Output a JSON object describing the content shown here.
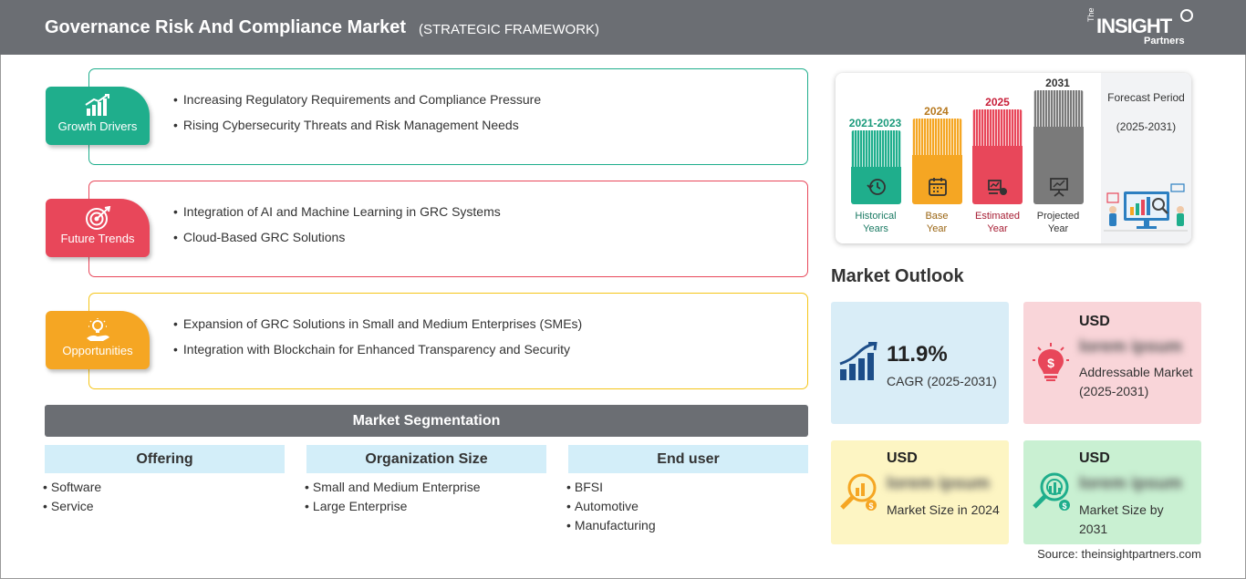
{
  "header": {
    "title": "Governance Risk And Compliance Market",
    "subtitle": "(STRATEGIC FRAMEWORK)",
    "logo": {
      "the": "The",
      "insight": "INSIGHT",
      "partners": "Partners"
    }
  },
  "framework": [
    {
      "label": "Growth Drivers",
      "icon": "bar-chart-growth-icon",
      "color": "#1fae8c",
      "points": [
        "Increasing Regulatory Requirements and Compliance Pressure",
        "Rising Cybersecurity Threats and Risk Management Needs"
      ]
    },
    {
      "label": "Future Trends",
      "icon": "target-icon",
      "color": "#e8475a",
      "points": [
        "Integration of AI and Machine Learning in GRC Systems",
        "Cloud-Based GRC Solutions"
      ]
    },
    {
      "label": "Opportunities",
      "icon": "lightbulb-hand-icon",
      "color": "#f5a623",
      "points": [
        "Expansion of GRC Solutions in Small and Medium Enterprises (SMEs)",
        "Integration with Blockchain for Enhanced Transparency and Security"
      ]
    }
  ],
  "segmentation": {
    "title": "Market Segmentation",
    "columns": [
      {
        "heading": "Offering",
        "items": [
          "Software",
          "Service"
        ]
      },
      {
        "heading": "Organization Size",
        "items": [
          "Small and Medium Enterprise",
          "Large Enterprise"
        ]
      },
      {
        "heading": "End user",
        "items": [
          "BFSI",
          "Automotive",
          "Manufacturing"
        ]
      }
    ]
  },
  "timeline": {
    "periods": [
      {
        "year": "2021-2023",
        "label": "Historical Years",
        "color": "#1fae8c",
        "icon": "history-icon"
      },
      {
        "year": "2024",
        "label": "Base Year",
        "color": "#f5a623",
        "icon": "calendar-icon"
      },
      {
        "year": "2025",
        "label": "Estimated Year",
        "color": "#e8475a",
        "icon": "estimate-icon"
      },
      {
        "year": "2031",
        "label": "Projected Year",
        "color": "#7a7a7a",
        "icon": "presentation-icon"
      }
    ],
    "forecast": {
      "title": "Forecast Period",
      "range": "(2025-2031)"
    }
  },
  "outlook": {
    "title": "Market Outlook",
    "cagr": {
      "value": "11.9%",
      "label": "CAGR (2025-2031)",
      "bg": "#d9edf7",
      "icon": "growth-chart-icon"
    },
    "addressable": {
      "currency": "USD",
      "value": "lorem ipsum",
      "label": "Addressable Market (2025-2031)",
      "bg": "#f9d5d9",
      "icon": "dollar-bulb-icon"
    },
    "size_2024": {
      "currency": "USD",
      "value": "lorem ipsum",
      "label": "Market Size in 2024",
      "bg": "#fdf5c3",
      "icon": "magnifier-chart-icon"
    },
    "size_2031": {
      "currency": "USD",
      "value": "lorem ipsum",
      "label": "Market Size by 2031",
      "bg": "#c9f0d2",
      "icon": "target-chart-icon"
    }
  },
  "source": "Source: theinsightpartners.com"
}
